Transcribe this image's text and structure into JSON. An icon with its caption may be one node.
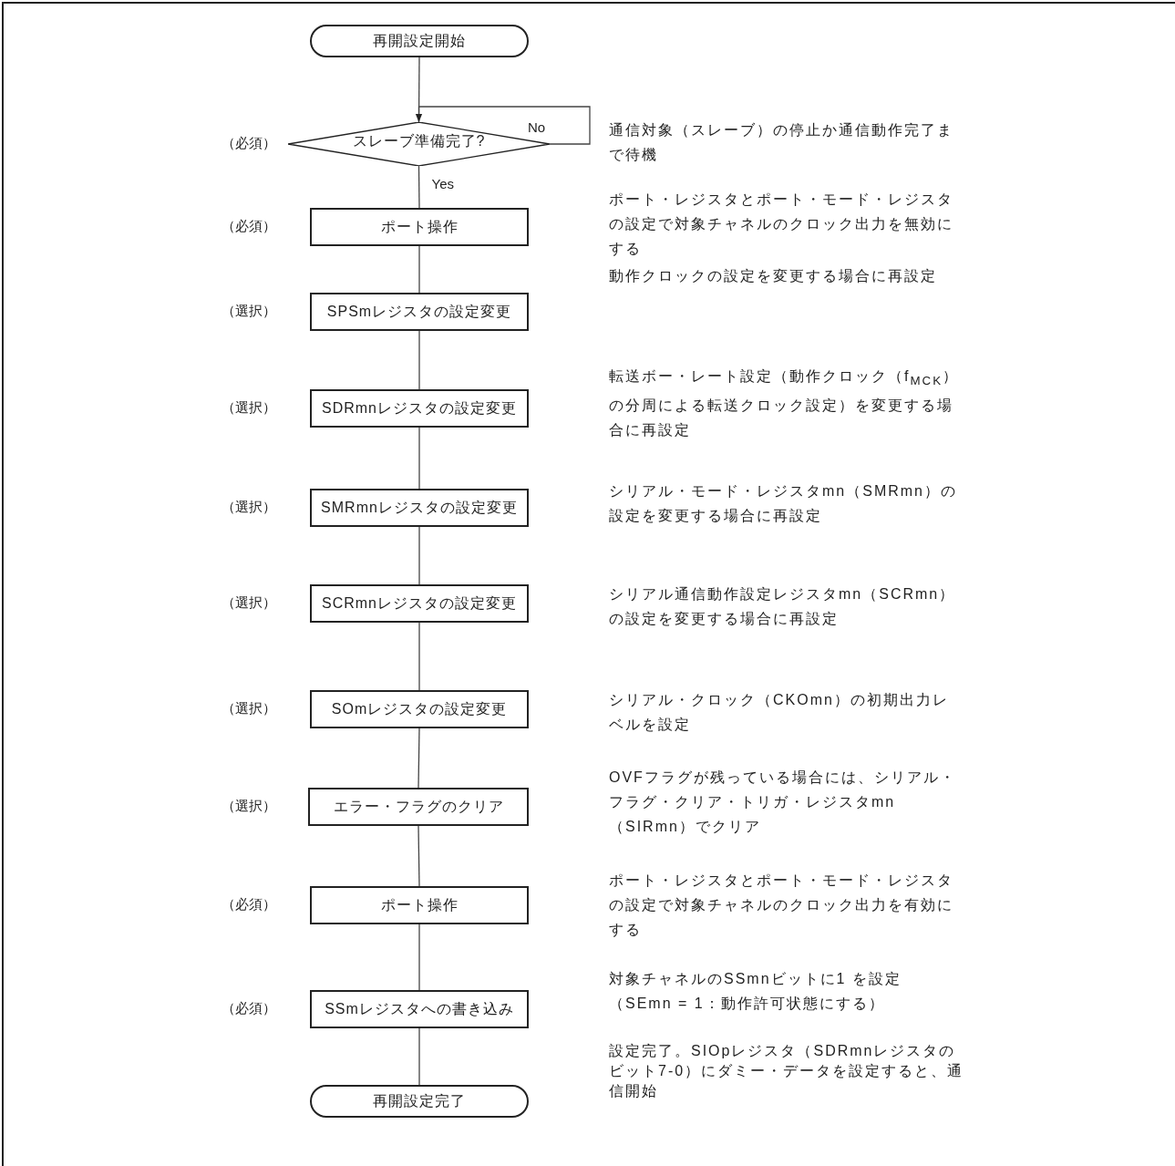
{
  "diagram": {
    "nodes": [
      {
        "text": [
          "再開設定開始"
        ]
      },
      {
        "text": [
          "スレーブ準備完了?"
        ],
        "beside": [
          "（必須）"
        ]
      },
      {
        "text": [
          "ポート操作"
        ],
        "beside": [
          "（必須）"
        ]
      },
      {
        "text": [
          "SPSmレジスタの設定変更"
        ],
        "beside": [
          "（選択）"
        ]
      },
      {
        "text": [
          "SDRmnレジスタの設定変更"
        ],
        "beside": [
          "（選択）"
        ]
      },
      {
        "text": [
          "SMRmnレジスタの設定変更"
        ],
        "beside": [
          "（選択）"
        ]
      },
      {
        "text": [
          "SCRmnレジスタの設定変更"
        ],
        "beside": [
          "（選択）"
        ]
      },
      {
        "text": [
          "SOmレジスタの設定変更"
        ],
        "beside": [
          "（選択）"
        ]
      },
      {
        "text": [
          "エラー・フラグのクリア"
        ],
        "beside": [
          "（選択）"
        ]
      },
      {
        "text": [
          "ポート操作"
        ],
        "beside": [
          "（必須）"
        ]
      },
      {
        "text": [
          "SSmレジスタへの書き込み"
        ],
        "beside": [
          "（必須）"
        ]
      },
      {
        "text": [
          "再開設定完了"
        ]
      }
    ],
    "edges": [
      {
        "from": 0,
        "to": 1,
        "arrow": "none"
      },
      {
        "from": 1,
        "to": 1,
        "arrow": "to",
        "label": "No"
      },
      {
        "from": 1,
        "to": 2,
        "arrow": "none",
        "label": "Yes"
      },
      {
        "from": 2,
        "to": 3,
        "arrow": "none"
      },
      {
        "from": 3,
        "to": 4,
        "arrow": "none"
      },
      {
        "from": 4,
        "to": 5,
        "arrow": "none"
      },
      {
        "from": 5,
        "to": 6,
        "arrow": "none"
      },
      {
        "from": 6,
        "to": 7,
        "arrow": "none"
      },
      {
        "from": 7,
        "to": 8,
        "arrow": "none"
      },
      {
        "from": 8,
        "to": 9,
        "arrow": "none"
      },
      {
        "from": 9,
        "to": 10,
        "arrow": "none"
      },
      {
        "from": 10,
        "to": 11,
        "arrow": "none"
      }
    ],
    "labels": [
      "通信対象（スレーブ）の停止か通信動作完了まで待機",
      "ポート・レジスタとポート・モード・レジスタの設定で対象チャネルのクロック出力を無効にする",
      "動作クロックの設定を変更する場合に再設定",
      "転送ボー・レート設定（動作クロック（f$_{MCK}$）の分周による転送クロック設定）を変更する場合に再設定",
      "シリアル・モード・レジスタmn（SMRmn）の設定を変更する場合に再設定",
      "シリアル通信動作設定レジスタmn（SCRmn）の設定を変更する場合に再設定",
      "シリアル・クロック（CKOmn）の初期出力レベルを設定",
      "OVFフラグが残っている場合には、シリアル・フラグ・クリア・トリガ・レジスタmn（SIRmn）でクリア",
      "ポート・レジスタとポート・モード・レジスタの設定で対象チャネルのクロック出力を有効にする",
      "対象チャネルのSSmnビットに1 を設定（SEmn = 1：動作許可状態にする）",
      "設定完了。SIOpレジスタ（SDRmnレジスタのビット7-0）にダミー・データを設定すると、通信開始"
    ]
  }
}
